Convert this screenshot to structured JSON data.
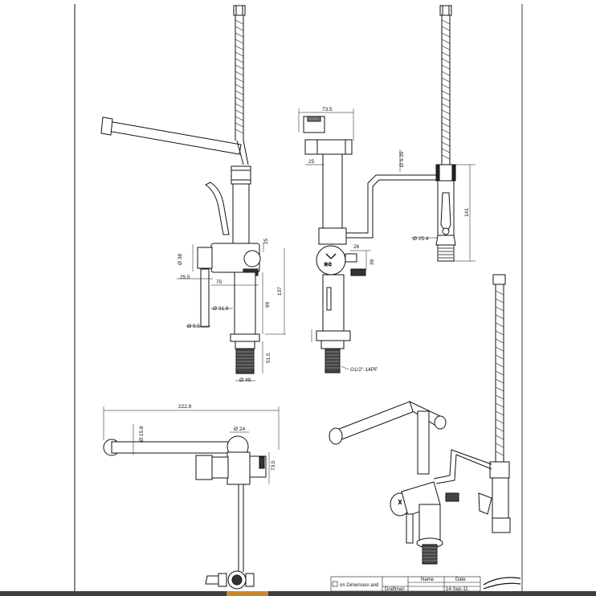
{
  "drawing": {
    "dimensions": {
      "side_view": {
        "d38": "Ø 38",
        "d25_5": "25.5",
        "d75": "75",
        "d31_8": "Ø 31.8",
        "d9_5": "Ø 9.5",
        "d25": "25",
        "d99": "99",
        "d137": "137",
        "d51_5": "51.5",
        "d49": "Ø 49"
      },
      "front_view": {
        "d73_5": "73.5",
        "d25": "25",
        "d6_35": "Ø 6.35",
        "d26": "26",
        "d39": "39",
        "thread": "G1/2\"-14PF"
      },
      "hose_view": {
        "d141": "141",
        "d25_4": "Ø 25.4"
      },
      "top_view": {
        "d222_9": "222.9",
        "d15_8": "Ø 15.8",
        "d24": "Ø 24",
        "d73_5": "73.5"
      }
    },
    "title_block": {
      "note": "on Dimension and",
      "col_name": "Name",
      "col_date": "Date",
      "row_draftman": "Draftman",
      "date_value": "14-Sep-11"
    },
    "colors": {
      "line": "#111111",
      "strip": "#3b3f45",
      "accent": "#c9872e"
    }
  }
}
